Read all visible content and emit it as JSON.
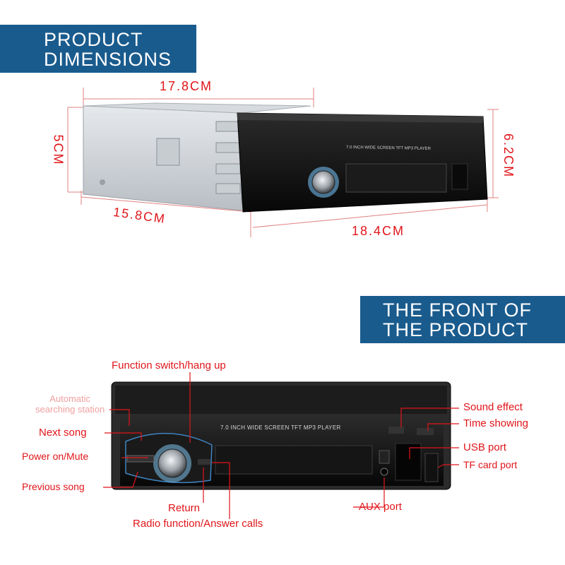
{
  "banners": {
    "dimensions": [
      "PRODUCT",
      "DIMENSIONS"
    ],
    "front": [
      "THE FRONT OF",
      "THE PRODUCT"
    ]
  },
  "dimensions": {
    "length_top": "17.8CM",
    "height_left": "5CM",
    "height_right": "6.2CM",
    "depth": "15.8CM",
    "width_front": "18.4CM"
  },
  "device": {
    "screen_label": "7.0 INCH WIDE SCREEN TFT  MP3  PLAYER",
    "screen_label_top": "7.0 INCH WIDE SCREEN TFT  MP3  PLAYER"
  },
  "callouts": {
    "function_switch": "Function switch/hang up",
    "auto_search": [
      "Automatic",
      "searching station"
    ],
    "next_song": "Next song",
    "power_mute": "Power on/Mute",
    "previous_song": "Previous song",
    "return": "Return",
    "radio_answer": "Radio function/Answer calls",
    "sound_effect": "Sound effect",
    "time_showing": "Time showing",
    "usb_port": "USB port",
    "tf_card_port": "TF card port",
    "aux_port": "AUX port"
  },
  "colors": {
    "banner": "#1a5b8d",
    "accent_red": "#e0151a",
    "device_body": "#111111"
  }
}
